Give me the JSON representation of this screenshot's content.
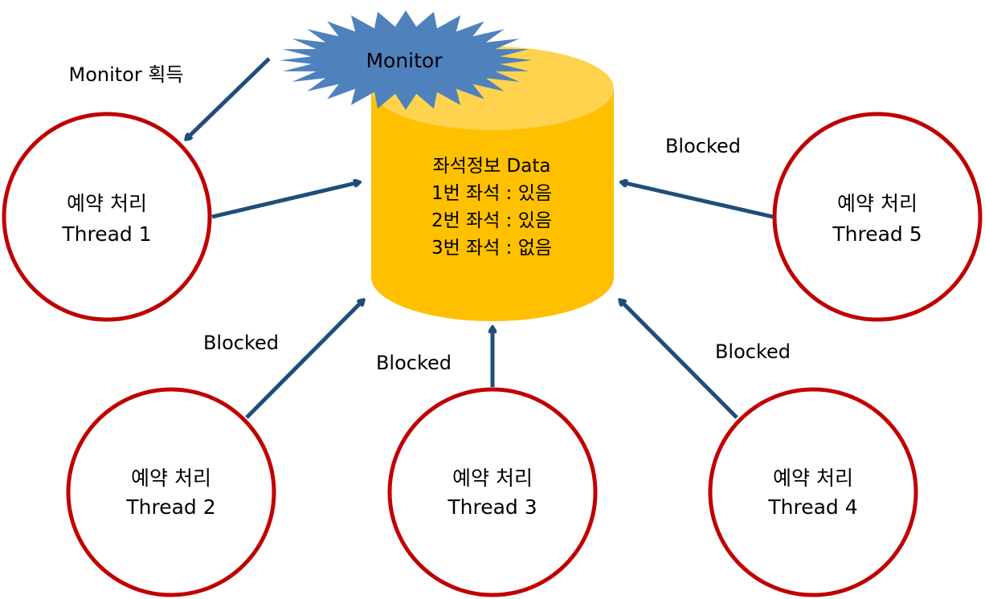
{
  "colors": {
    "circle_stroke": "#c00000",
    "arrow": "#1f4e79",
    "cylinder": "#ffc000",
    "monitor": "#4f81bd"
  },
  "monitor": {
    "label": "Monitor"
  },
  "acquire_label": "Monitor 획득",
  "database": {
    "lines": [
      "좌석정보 Data",
      "1번 좌석 : 있음",
      "2번 좌석 : 있음",
      "3번 좌석 : 없음"
    ]
  },
  "threads": [
    {
      "title": "예약 처리",
      "name": "Thread 1"
    },
    {
      "title": "예약 처리",
      "name": "Thread 2"
    },
    {
      "title": "예약 처리",
      "name": "Thread 3"
    },
    {
      "title": "예약 처리",
      "name": "Thread 4"
    },
    {
      "title": "예약 처리",
      "name": "Thread 5"
    }
  ],
  "blocked_labels": [
    "Blocked",
    "Blocked",
    "Blocked",
    "Blocked"
  ]
}
